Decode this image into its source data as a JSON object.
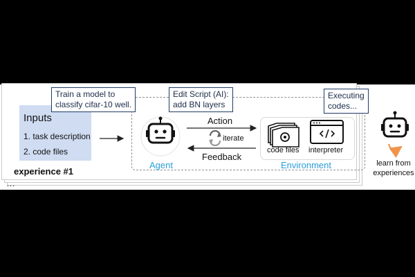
{
  "inputs": {
    "title": "Inputs",
    "items": [
      "1. task description",
      "2. code files"
    ]
  },
  "callouts": {
    "train": [
      "Train a model to",
      "classify cifar-10 well."
    ],
    "edit": [
      "Edit Script (AI):",
      "add BN layers"
    ],
    "exec": [
      "Executing",
      "codes..."
    ]
  },
  "experience_label": "experience #1",
  "ellipsis": "...",
  "agent_label": "Agent",
  "action_label": "Action",
  "feedback_label": "Feedback",
  "iterate_label": "iterate",
  "environment_label": "Environment",
  "code_files_label": "code files",
  "interpreter_label": "interpreter",
  "learn_label": [
    "learn from",
    "experiences"
  ],
  "colors": {
    "accent_blue": "#2a9ed8",
    "inputs_bg": "#cfdcf2",
    "callout_border": "#1f3a66",
    "orange": "#f0944a"
  }
}
